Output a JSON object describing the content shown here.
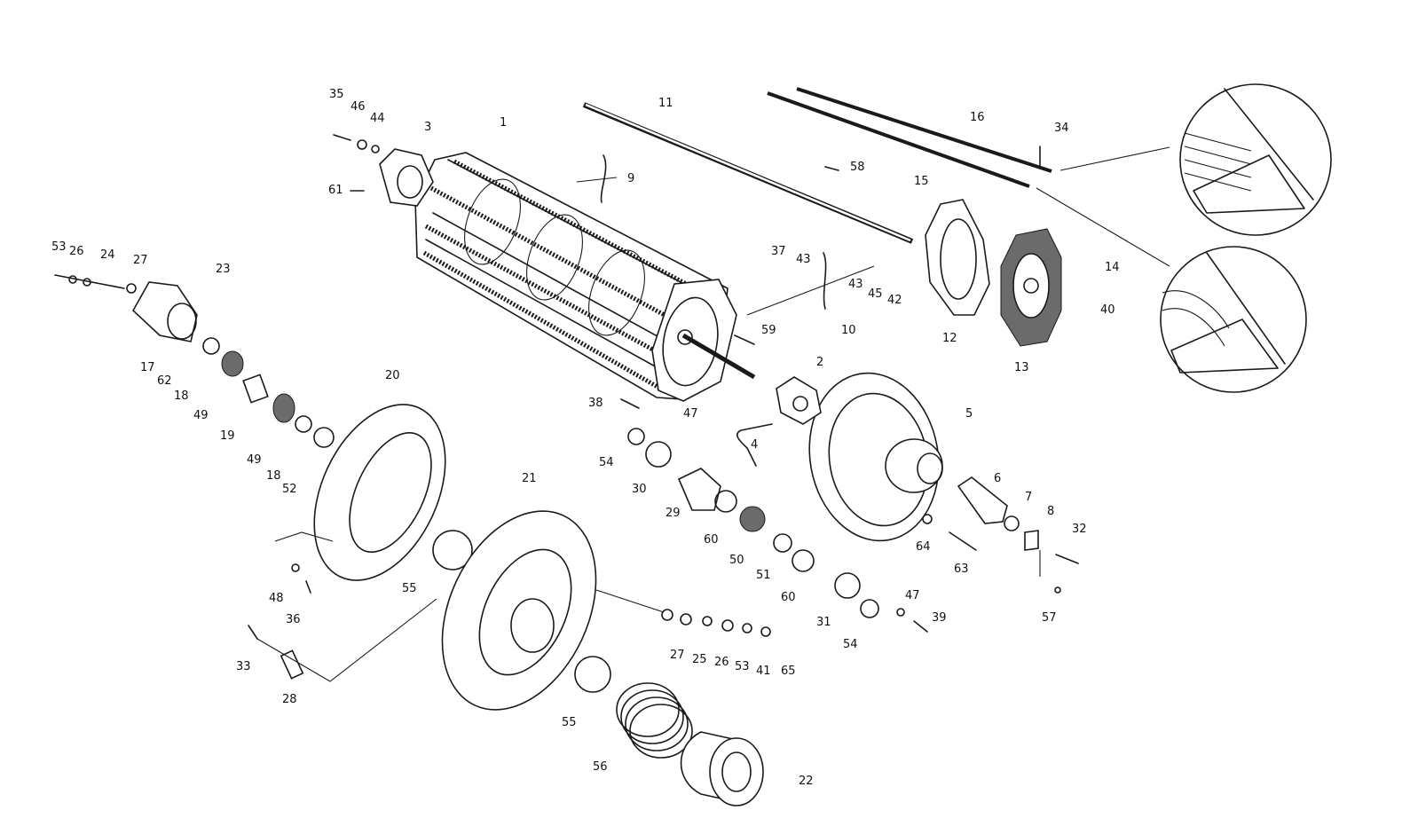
{
  "diagram": {
    "callouts": [
      {
        "id": "c1",
        "text": "1"
      },
      {
        "id": "c2",
        "text": "2"
      },
      {
        "id": "c3",
        "text": "3"
      },
      {
        "id": "c4",
        "text": "4"
      },
      {
        "id": "c5",
        "text": "5"
      },
      {
        "id": "c6",
        "text": "6"
      },
      {
        "id": "c7",
        "text": "7"
      },
      {
        "id": "c8",
        "text": "8"
      },
      {
        "id": "c9",
        "text": "9"
      },
      {
        "id": "c10",
        "text": "10"
      },
      {
        "id": "c11",
        "text": "11"
      },
      {
        "id": "c12",
        "text": "12"
      },
      {
        "id": "c13",
        "text": "13"
      },
      {
        "id": "c14",
        "text": "14"
      },
      {
        "id": "c15",
        "text": "15"
      },
      {
        "id": "c16",
        "text": "16"
      },
      {
        "id": "c17",
        "text": "17"
      },
      {
        "id": "c18a",
        "text": "18"
      },
      {
        "id": "c18b",
        "text": "18"
      },
      {
        "id": "c19",
        "text": "19"
      },
      {
        "id": "c20",
        "text": "20"
      },
      {
        "id": "c21",
        "text": "21"
      },
      {
        "id": "c22",
        "text": "22"
      },
      {
        "id": "c23",
        "text": "23"
      },
      {
        "id": "c24",
        "text": "24"
      },
      {
        "id": "c25",
        "text": "25"
      },
      {
        "id": "c26a",
        "text": "26"
      },
      {
        "id": "c26b",
        "text": "26"
      },
      {
        "id": "c27a",
        "text": "27"
      },
      {
        "id": "c27b",
        "text": "27"
      },
      {
        "id": "c28",
        "text": "28"
      },
      {
        "id": "c29",
        "text": "29"
      },
      {
        "id": "c30",
        "text": "30"
      },
      {
        "id": "c31",
        "text": "31"
      },
      {
        "id": "c32",
        "text": "32"
      },
      {
        "id": "c33",
        "text": "33"
      },
      {
        "id": "c34",
        "text": "34"
      },
      {
        "id": "c35",
        "text": "35"
      },
      {
        "id": "c36",
        "text": "36"
      },
      {
        "id": "c37",
        "text": "37"
      },
      {
        "id": "c38",
        "text": "38"
      },
      {
        "id": "c39",
        "text": "39"
      },
      {
        "id": "c40",
        "text": "40"
      },
      {
        "id": "c41",
        "text": "41"
      },
      {
        "id": "c42",
        "text": "42"
      },
      {
        "id": "c43a",
        "text": "43"
      },
      {
        "id": "c43b",
        "text": "43"
      },
      {
        "id": "c44",
        "text": "44"
      },
      {
        "id": "c45",
        "text": "45"
      },
      {
        "id": "c46",
        "text": "46"
      },
      {
        "id": "c47a",
        "text": "47"
      },
      {
        "id": "c47b",
        "text": "47"
      },
      {
        "id": "c48",
        "text": "48"
      },
      {
        "id": "c49a",
        "text": "49"
      },
      {
        "id": "c49b",
        "text": "49"
      },
      {
        "id": "c50",
        "text": "50"
      },
      {
        "id": "c51",
        "text": "51"
      },
      {
        "id": "c52",
        "text": "52"
      },
      {
        "id": "c53a",
        "text": "53"
      },
      {
        "id": "c53b",
        "text": "53"
      },
      {
        "id": "c54a",
        "text": "54"
      },
      {
        "id": "c54b",
        "text": "54"
      },
      {
        "id": "c55a",
        "text": "55"
      },
      {
        "id": "c55b",
        "text": "55"
      },
      {
        "id": "c56",
        "text": "56"
      },
      {
        "id": "c57",
        "text": "57"
      },
      {
        "id": "c58",
        "text": "58"
      },
      {
        "id": "c59",
        "text": "59"
      },
      {
        "id": "c60a",
        "text": "60"
      },
      {
        "id": "c60b",
        "text": "60"
      },
      {
        "id": "c61",
        "text": "61"
      },
      {
        "id": "c62",
        "text": "62"
      },
      {
        "id": "c63",
        "text": "63"
      },
      {
        "id": "c64",
        "text": "64"
      },
      {
        "id": "c65",
        "text": "65"
      }
    ]
  }
}
